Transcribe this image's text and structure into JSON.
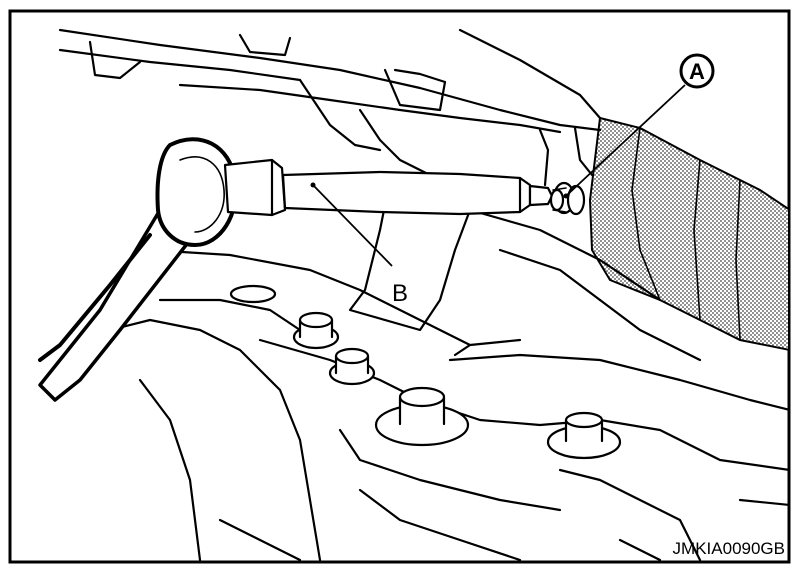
{
  "callouts": {
    "a": "A",
    "b": "B"
  },
  "figure_code": "JMKIA0090GB",
  "colors": {
    "line": "#000000",
    "background": "#ffffff",
    "stipple": "#555555"
  }
}
